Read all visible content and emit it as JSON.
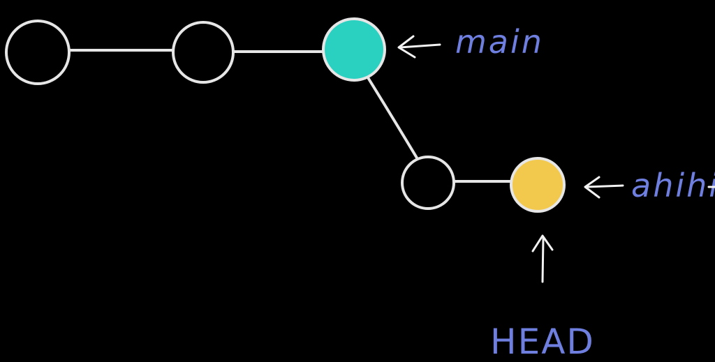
{
  "colors": {
    "background": "#000000",
    "stroke": "#e6e6e6",
    "label": "#6f7fe0",
    "main_commit": "#2ad1c1",
    "branch_commit": "#f2c94c"
  },
  "graph": {
    "commits": [
      {
        "id": "c1",
        "fill": "#000000"
      },
      {
        "id": "c2",
        "fill": "#000000"
      },
      {
        "id": "c3",
        "fill": "#2ad1c1"
      },
      {
        "id": "c4",
        "fill": "#000000"
      },
      {
        "id": "c5",
        "fill": "#f2c94c"
      }
    ],
    "edges": [
      {
        "from": "c1",
        "to": "c2"
      },
      {
        "from": "c2",
        "to": "c3"
      },
      {
        "from": "c3",
        "to": "c4"
      },
      {
        "from": "c4",
        "to": "c5"
      }
    ]
  },
  "labels": {
    "main": "main",
    "branch": "ahihi",
    "head": "HEAD"
  }
}
